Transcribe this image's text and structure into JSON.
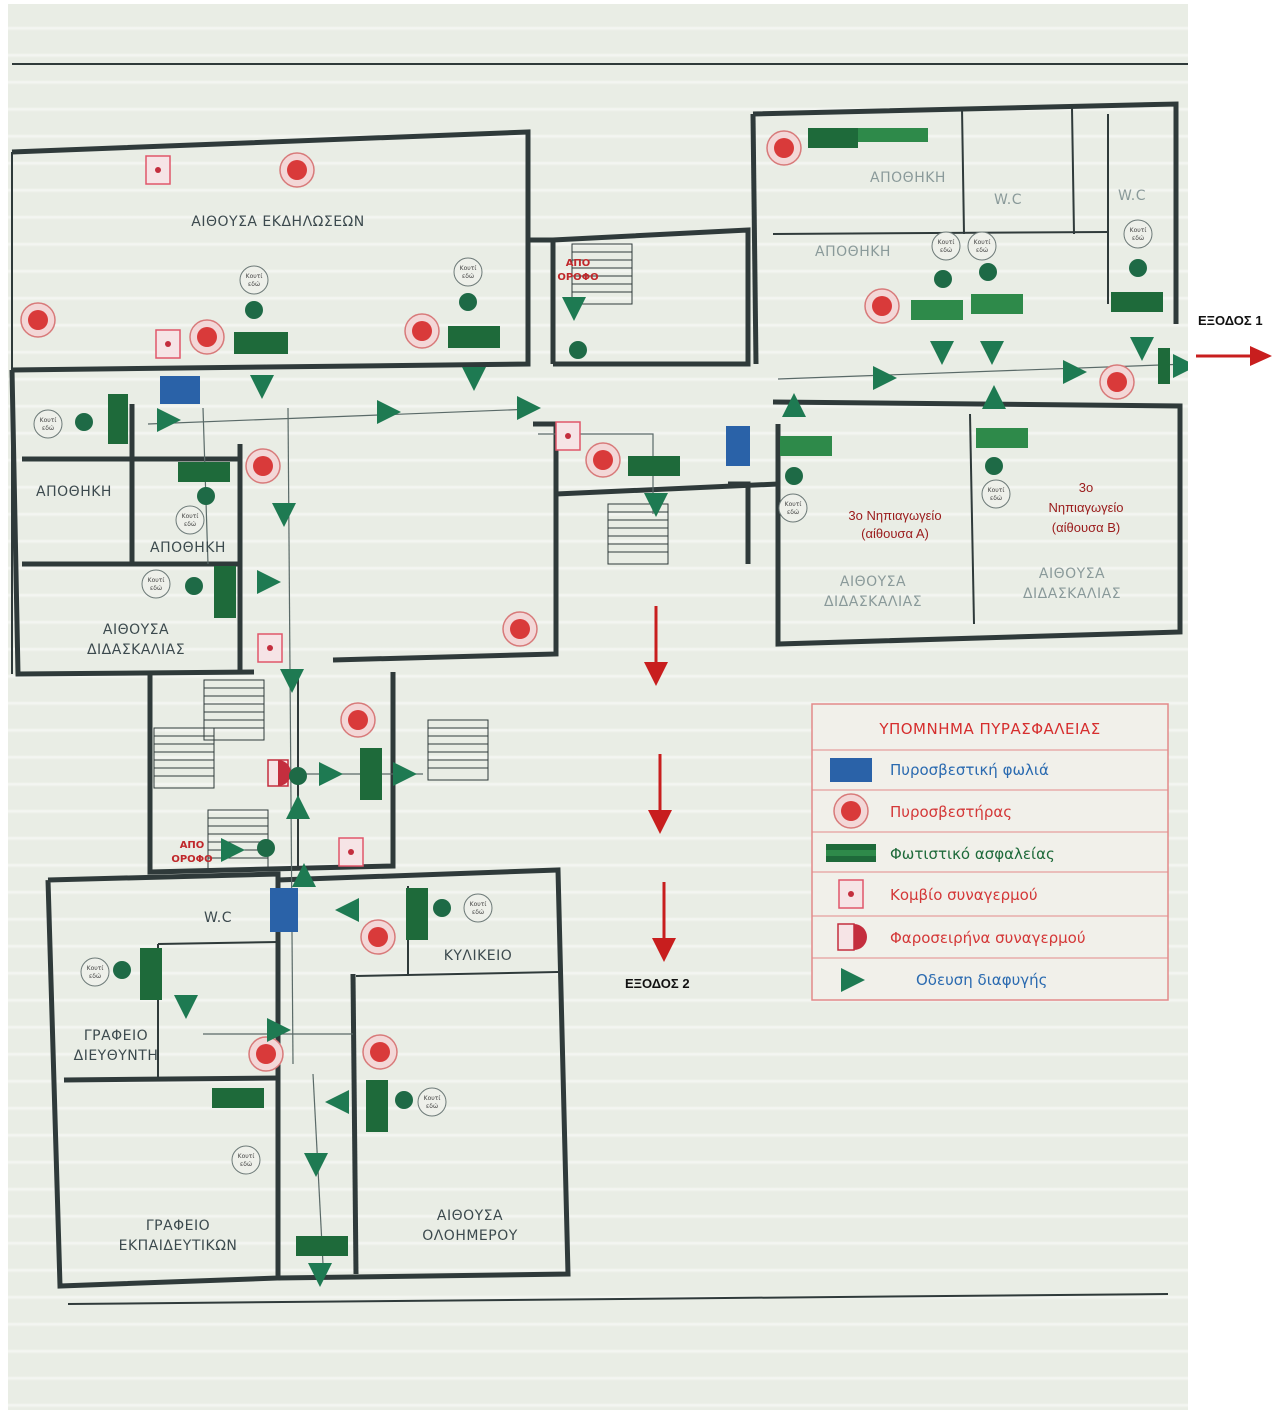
{
  "rooms": {
    "ekdiloseon": "ΑΙΘΟΥΣΑ ΕΚΔΗΛΩΣΕΩΝ",
    "apothiki_1": "ΑΠΟΘΗΚΗ",
    "apothiki_2": "ΑΠΟΘΗΚΗ",
    "apothiki_3": "ΑΠΟΘΗΚΗ",
    "apothiki_4": "ΑΠΟΘΗΚΗ",
    "didaskalias_left_1": "ΑΙΘΟΥΣΑ",
    "didaskalias_left_2": "ΔΙΔΑΣΚΑΛΙΑΣ",
    "didaskalias_a_1": "ΑΙΘΟΥΣΑ",
    "didaskalias_a_2": "ΔΙΔΑΣΚΑΛΙΑΣ",
    "didaskalias_b_1": "ΑΙΘΟΥΣΑ",
    "didaskalias_b_2": "ΔΙΔΑΣΚΑΛΙΑΣ",
    "wc_top_1": "W.C",
    "wc_top_2": "W.C",
    "wc_bottom": "W.C",
    "kylikeio": "ΚΥΛΙΚΕΙΟ",
    "grafeio_dieythinti_1": "ΓΡΑΦΕΙΟ",
    "grafeio_dieythinti_2": "ΔΙΕΥΘΥΝΤΗ",
    "grafeio_ekpaideytikon_1": "ΓΡΑΦΕΙΟ",
    "grafeio_ekpaideytikon_2": "ΕΚΠΑΙΔΕΥΤΙΚΩΝ",
    "oloimerou_1": "ΑΙΘΟΥΣΑ",
    "oloimerou_2": "ΟΛΟΗΜΕΡΟΥ",
    "apo_orofo_top_1": "ΑΠΟ",
    "apo_orofo_top_2": "ΟΡΟΦΟ",
    "apo_orofo_bottom_1": "ΑΠΟ",
    "apo_orofo_bottom_2": "ΟΡΟΦΟ"
  },
  "kindergarten": {
    "a_line1": "3ο Νηπιαγωγείο",
    "a_line2": "(αίθουσα Α)",
    "b_line1": "3ο",
    "b_line2": "Νηπιαγωγείο",
    "b_line3": "(αίθουσα Β)"
  },
  "exits": {
    "exit1": "ΕΞΟΔΟΣ 1",
    "exit2": "ΕΞΟΔΟΣ 2"
  },
  "legend": {
    "title": "ΥΠΟΜΝΗΜΑ ΠΥΡΑΣΦΑΛΕΙΑΣ",
    "items": [
      {
        "symbol": "fire-hose-cabinet",
        "label": "Πυροσβεστική φωλιά"
      },
      {
        "symbol": "fire-extinguisher",
        "label": "Πυροσβεστήρας"
      },
      {
        "symbol": "emergency-light",
        "label": "Φωτιστικό ασφαλείας"
      },
      {
        "symbol": "alarm-button",
        "label": "Κομβίο συναγερμού"
      },
      {
        "symbol": "alarm-siren",
        "label": "Φαροσειρήνα συναγερμού"
      },
      {
        "symbol": "escape-route",
        "label": "Οδευση διαφυγής"
      }
    ]
  },
  "colors": {
    "hose_cabinet": "#2a62a8",
    "extinguisher": "#d93a3a",
    "emergency_light": "#1e6a3a",
    "alarm": "#e0566a",
    "route": "#1e7a52",
    "exit_arrow": "#c81e1e",
    "legend_text_red": "#d43838",
    "legend_text_blue": "#2a6ab0"
  }
}
